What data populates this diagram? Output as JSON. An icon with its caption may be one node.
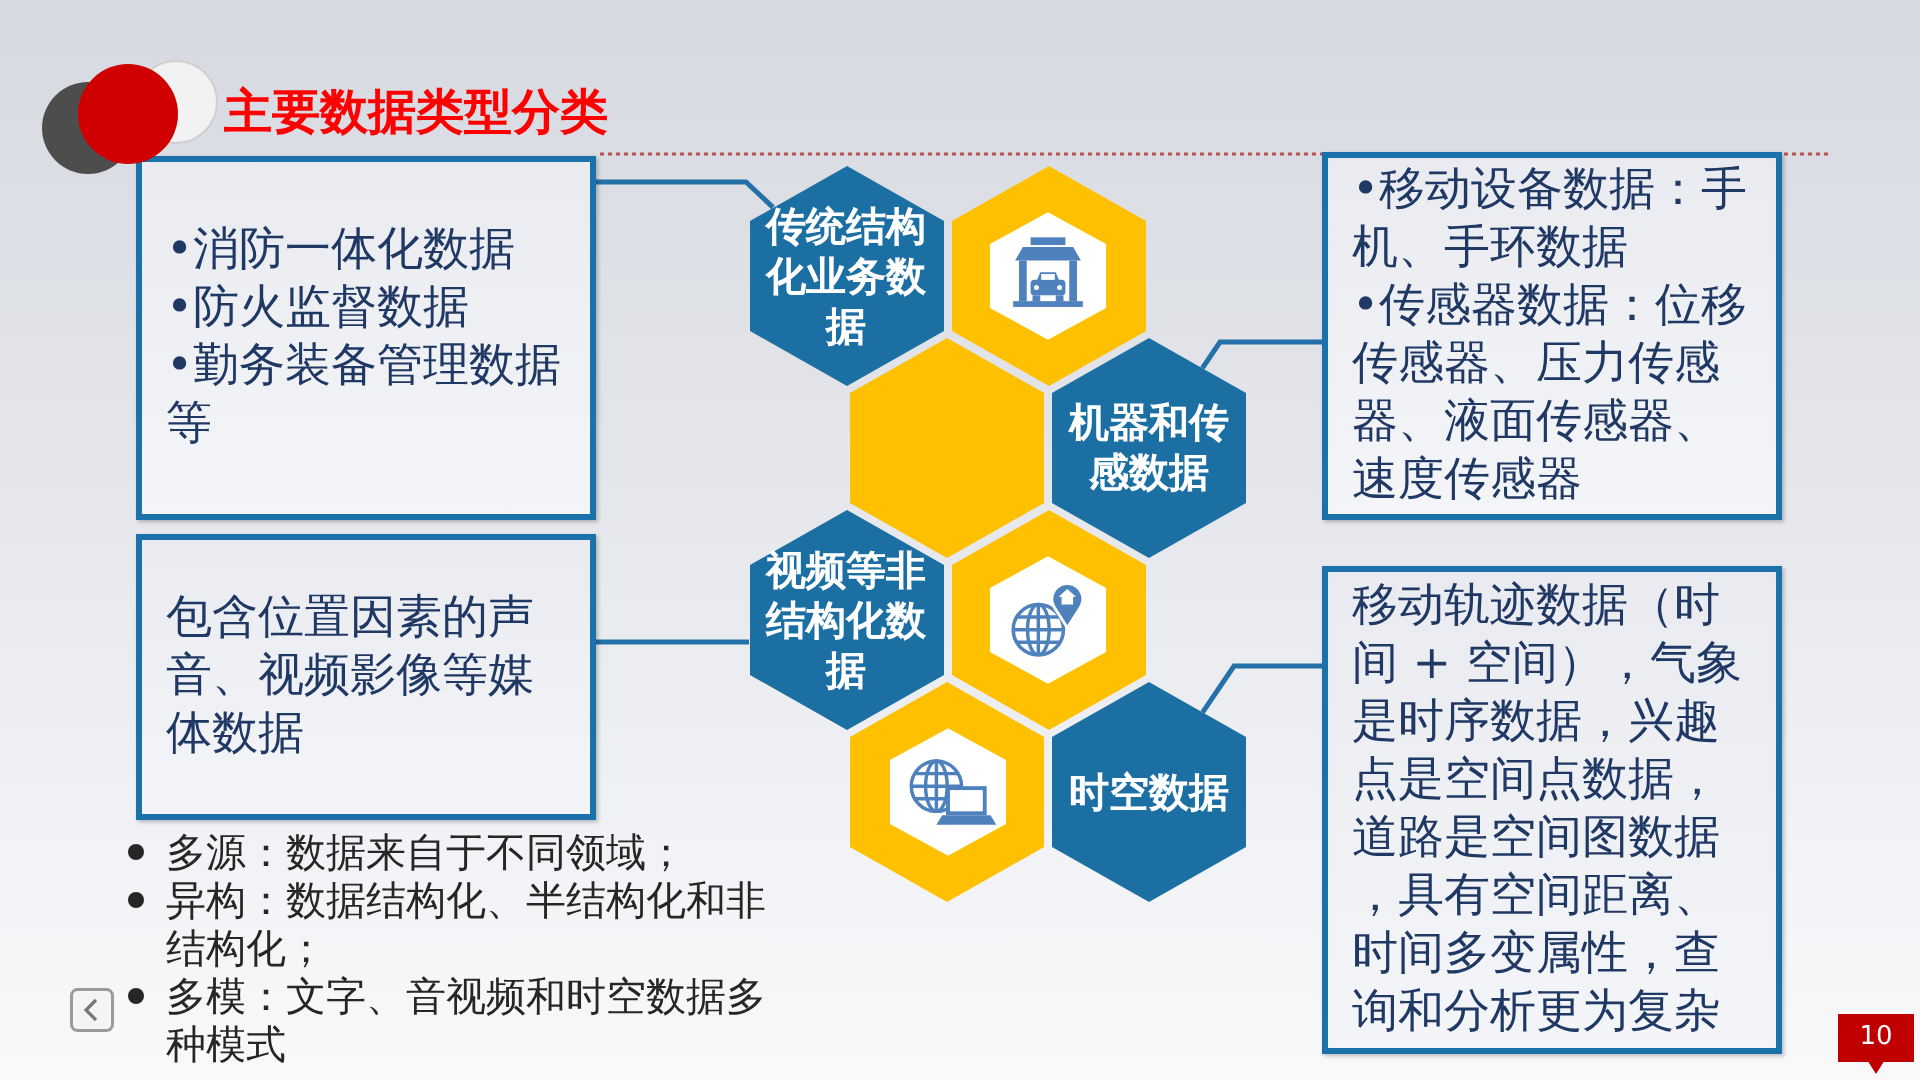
{
  "diagram": {
    "title": "主要数据类型分类",
    "nodes": [
      {
        "text": [
          "•消防一体化数据",
          "•防火监督数据",
          "•勤务装备管理数据等"
        ]
      },
      {
        "text": [
          "传统结构化业务数据"
        ]
      },
      {
        "text": [],
        "shape": "hexagon"
      },
      {
        "text": [
          "•移动设备数据：手机、手环数据",
          "•传感器数据：位移传感器、压力传感器、液面传感器、速度传感器"
        ]
      },
      {
        "text": [],
        "shape": "hexagon"
      },
      {
        "text": [
          "机器和传感数据"
        ]
      },
      {
        "text": [
          "包含位置因素的声音、视频影像等媒体数据"
        ]
      },
      {
        "text": [
          "视频等非结构化数据"
        ]
      },
      {
        "text": [],
        "shape": "hexagon"
      },
      {
        "text": [
          "移动轨迹数据（时间 + 空间），气象是时序数据，兴趣点是空间点数据，道路是空间图数据，具有空间距离、时间多变属性，查询和分析更为复杂"
        ]
      },
      {
        "text": [],
        "shape": "hexagon"
      },
      {
        "text": [
          "时空数据"
        ]
      }
    ],
    "edges": [
      {
        "from": 0,
        "to": 1,
        "arrow": "none"
      },
      {
        "from": 3,
        "to": 5,
        "arrow": "none"
      },
      {
        "from": 6,
        "to": 7,
        "arrow": "none"
      },
      {
        "from": 9,
        "to": 11,
        "arrow": "none"
      }
    ],
    "labels": [
      "多源：数据来自于不同领域；",
      "异构：数据结构化、半结构化和非结构化；",
      "多模：文字、音视频和时空数据多种模式",
      "10"
    ]
  }
}
